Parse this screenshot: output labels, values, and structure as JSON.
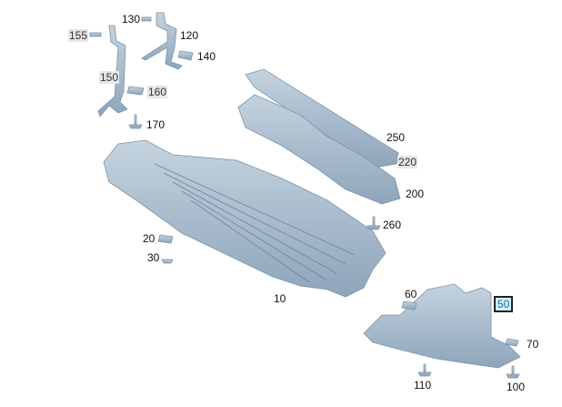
{
  "diagram": {
    "highlight_color": "#cfeefa",
    "part_color": "#a9bccd",
    "callouts": [
      {
        "id": "130",
        "label": "130",
        "style": "normal"
      },
      {
        "id": "120",
        "label": "120",
        "style": "normal"
      },
      {
        "id": "155",
        "label": "155",
        "style": "grey"
      },
      {
        "id": "140",
        "label": "140",
        "style": "normal"
      },
      {
        "id": "150",
        "label": "150",
        "style": "grey"
      },
      {
        "id": "160",
        "label": "160",
        "style": "grey"
      },
      {
        "id": "170",
        "label": "170",
        "style": "normal"
      },
      {
        "id": "250",
        "label": "250",
        "style": "normal"
      },
      {
        "id": "220",
        "label": "220",
        "style": "grey"
      },
      {
        "id": "200",
        "label": "200",
        "style": "normal"
      },
      {
        "id": "260",
        "label": "260",
        "style": "normal"
      },
      {
        "id": "20",
        "label": "20",
        "style": "normal"
      },
      {
        "id": "30",
        "label": "30",
        "style": "normal"
      },
      {
        "id": "10",
        "label": "10",
        "style": "normal"
      },
      {
        "id": "60",
        "label": "60",
        "style": "normal"
      },
      {
        "id": "50",
        "label": "50",
        "style": "selected"
      },
      {
        "id": "70",
        "label": "70",
        "style": "normal"
      },
      {
        "id": "110",
        "label": "110",
        "style": "normal"
      },
      {
        "id": "100",
        "label": "100",
        "style": "normal"
      }
    ]
  }
}
